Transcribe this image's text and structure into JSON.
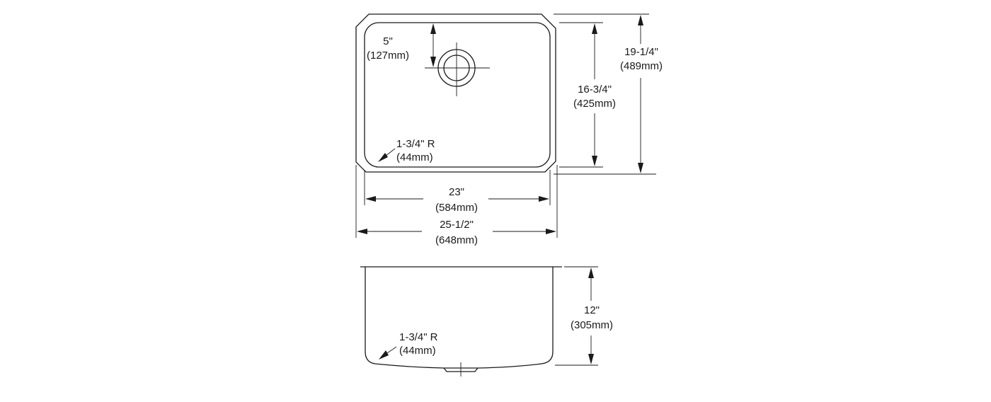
{
  "top_view": {
    "drain_offset": {
      "inches": "5\"",
      "mm": "(127mm)"
    },
    "inner_depth": {
      "inches": "16-3/4\"",
      "mm": "(425mm)"
    },
    "outer_depth": {
      "inches": "19-1/4\"",
      "mm": "(489mm)"
    },
    "inner_width": {
      "inches": "23\"",
      "mm": "(584mm)"
    },
    "outer_width": {
      "inches": "25-1/2\"",
      "mm": "(648mm)"
    },
    "corner_radius": {
      "inches": "1-3/4\" R",
      "mm": "(44mm)"
    }
  },
  "side_view": {
    "bowl_depth": {
      "inches": "12\"",
      "mm": "(305mm)"
    },
    "corner_radius": {
      "inches": "1-3/4\" R",
      "mm": "(44mm)"
    }
  }
}
